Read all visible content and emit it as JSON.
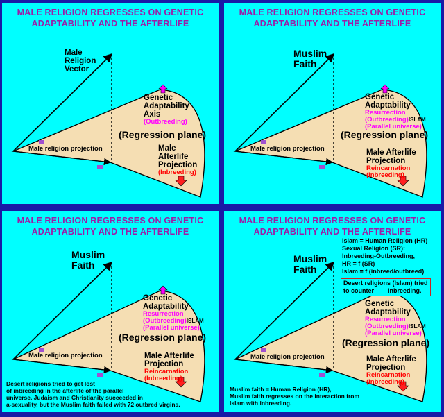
{
  "title": "MALE RELIGION REGRESSES ON GENETIC ADAPTABILITY AND THE AFTERLIFE",
  "regression_plane": "(Regression plane)",
  "projection": "Male religion projection",
  "colors": {
    "panel": "#00ffff",
    "plane": "#f5deb3",
    "title": "#9a1ea8",
    "frame": "#1a1aa6"
  },
  "p1": {
    "vector": [
      "Male",
      "Religion",
      "Vector"
    ],
    "gen": [
      "Genetic",
      "Adaptability",
      "Axis"
    ],
    "gen_sub": "(Outbreeding)",
    "after": [
      "Male",
      "Afterlife",
      "Projection"
    ],
    "after_sub": "(Inbreeding)"
  },
  "p2": {
    "vector": [
      "Muslim",
      "Faith"
    ],
    "gen": [
      "Genetic",
      "Adaptability"
    ],
    "resurrection": "Resurrection",
    "outbreeding": "(Outbreeding)",
    "islam": "ISLAM",
    "parallel": "(Parallel universe)",
    "after": [
      "Male Afterlife",
      "Projection"
    ],
    "reincarnation": "Reincarnation",
    "inbreeding": "(Inbreeding)"
  },
  "p3": {
    "note": [
      "Desert religions tried to get lost",
      "of inbreeding in the afterlife of the parallel",
      "universe. Judaism and Christianity succeeded in",
      "a-sexuality, but the Muslim faith failed with 72 outbred virgins."
    ]
  },
  "p4": {
    "eq": [
      "Islam = Human Religion (HR)",
      "Sexual Religion (SR):",
      "Inbreeding-Outbreeding,",
      "HR = f (SR)",
      "Islam = f (inbreed/outbreed)"
    ],
    "desert": [
      "Desert religions (Islam) tried",
      "to counter        inbreeding."
    ],
    "note": [
      "Muslim faith = Human Religion (HR),",
      "Muslim faith regresses on the interaction from",
      "Islam with inbreeding."
    ]
  }
}
